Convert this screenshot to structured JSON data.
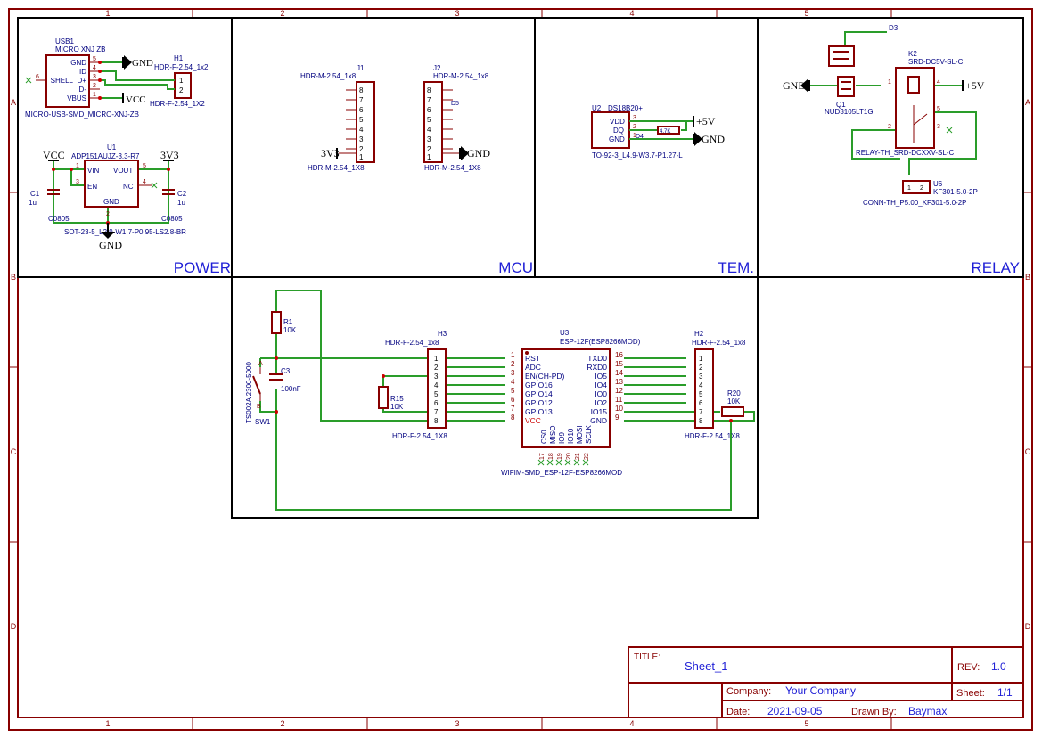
{
  "grid": {
    "cols": [
      "1",
      "2",
      "3",
      "4",
      "5"
    ],
    "rows": [
      "A",
      "B",
      "C",
      "D"
    ]
  },
  "sections": {
    "power": "POWER",
    "mcu": "MCU",
    "tem": "TEM.",
    "relay": "RELAY"
  },
  "power": {
    "usb1": {
      "ref": "USB1",
      "value": "MICRO XNJ ZB",
      "footprint": "MICRO-USB-SMD_MICRO-XNJ-ZB",
      "pins": [
        "GND",
        "ID",
        "SHELL",
        "D+",
        "D-",
        "VBUS"
      ],
      "pinnums": [
        "5",
        "4",
        "6",
        "3",
        "2",
        "1"
      ]
    },
    "h1": {
      "ref": "H1",
      "value": "HDR-F-2.54_1x2",
      "footprint": "HDR-F-2.54_1X2",
      "pins": [
        "1",
        "2"
      ]
    },
    "u1": {
      "ref": "U1",
      "value": "ADP151AUJZ-3.3-R7",
      "footprint": "SOT-23-5_L2.9-W1.7-P0.95-LS2.8-BR",
      "pins": [
        "VIN",
        "EN",
        "VOUT",
        "NC",
        "GND"
      ],
      "pinnums": [
        "1",
        "3",
        "5",
        "4",
        "2"
      ]
    },
    "c1": {
      "ref": "C1",
      "value": "1u",
      "footprint": "C0805"
    },
    "c2": {
      "ref": "C2",
      "value": "1u",
      "footprint": "C0805"
    },
    "nets": {
      "gnd": "GND",
      "vcc": "VCC",
      "v33": "3V3"
    }
  },
  "mcu": {
    "j1": {
      "ref": "J1",
      "value": "HDR-M-2.54_1x8",
      "footprint": "HDR-M-2.54_1X8",
      "pins": [
        "8",
        "7",
        "6",
        "5",
        "4",
        "3",
        "2",
        "1"
      ]
    },
    "j2": {
      "ref": "J2",
      "value": "HDR-M-2.54_1x8",
      "footprint": "HDR-M-2.54_1X8",
      "pins": [
        "8",
        "7",
        "6",
        "5",
        "4",
        "3",
        "2",
        "1"
      ]
    },
    "nets": {
      "v33": "3V3",
      "gnd": "GND",
      "d5": "D5"
    }
  },
  "tem": {
    "u2": {
      "ref": "U2",
      "value": "DS18B20+",
      "footprint": "TO-92-3_L4.9-W3.7-P1.27-L",
      "pins": [
        "VDD",
        "DQ",
        "GND"
      ],
      "pinnums": [
        "3",
        "2",
        "1"
      ]
    },
    "r": {
      "value": "4.7K"
    },
    "nets": {
      "v5": "+5V",
      "gnd": "GND",
      "d4": "D4"
    }
  },
  "relay": {
    "k2": {
      "ref": "K2",
      "value": "SRD-DC5V-SL-C",
      "footprint": "RELAY-TH_SRD-DCXXV-SL-C",
      "pinnums": [
        "1",
        "4",
        "5",
        "2",
        "3"
      ]
    },
    "q1": {
      "ref": "Q1",
      "value": "NUD3105LT1G"
    },
    "u6": {
      "ref": "U6",
      "value": "KF301-5.0-2P",
      "footprint": "CONN-TH_P5.00_KF301-5.0-2P",
      "pins": [
        "1",
        "2"
      ]
    },
    "nets": {
      "d3": "D3",
      "gnd": "GND",
      "v5": "+5V"
    }
  },
  "esp": {
    "u3": {
      "ref": "U3",
      "value": "ESP-12F(ESP8266MOD)",
      "footprint": "WIFIM-SMD_ESP-12F-ESP8266MOD"
    },
    "left_pins": [
      "RST",
      "ADC",
      "EN(CH-PD)",
      "GPIO16",
      "GPIO14",
      "GPIO12",
      "GPIO13",
      "VCC"
    ],
    "left_nums": [
      "1",
      "2",
      "3",
      "4",
      "5",
      "6",
      "7",
      "8"
    ],
    "right_pins": [
      "TXD0",
      "RXD0",
      "IO5",
      "IO4",
      "IO0",
      "IO2",
      "IO15",
      "GND"
    ],
    "right_nums": [
      "16",
      "15",
      "14",
      "13",
      "12",
      "11",
      "10",
      "9"
    ],
    "bottom_pins": [
      "CS0",
      "MISO",
      "IO9",
      "IO10",
      "MOSI",
      "SCLK"
    ],
    "bottom_nums": [
      "17",
      "18",
      "19",
      "20",
      "21",
      "22"
    ],
    "h3": {
      "ref": "H3",
      "value": "HDR-F-2.54_1x8",
      "footprint": "HDR-F-2.54_1X8",
      "pins": [
        "1",
        "2",
        "3",
        "4",
        "5",
        "6",
        "7",
        "8"
      ]
    },
    "h2": {
      "ref": "H2",
      "value": "HDR-F-2.54_1x8",
      "footprint": "HDR-F-2.54_1X8",
      "pins": [
        "1",
        "2",
        "3",
        "4",
        "5",
        "6",
        "7",
        "8"
      ]
    },
    "r1": {
      "ref": "R1",
      "value": "10K"
    },
    "r15": {
      "ref": "R15",
      "value": "10K"
    },
    "r20": {
      "ref": "R20",
      "value": "10K"
    },
    "c3": {
      "ref": "C3",
      "value": "100nF"
    },
    "sw1": {
      "ref": "SW1",
      "value": "TS002A 2300-5000",
      "pins": [
        "A",
        "B"
      ]
    }
  },
  "title_block": {
    "title_label": "TITLE:",
    "title": "Sheet_1",
    "rev_label": "REV:",
    "rev": "1.0",
    "company_label": "Company:",
    "company": "Your Company",
    "sheet_label": "Sheet:",
    "sheet": "1/1",
    "date_label": "Date:",
    "date": "2021-09-05",
    "drawn_label": "Drawn By:",
    "drawn": "Baymax"
  }
}
